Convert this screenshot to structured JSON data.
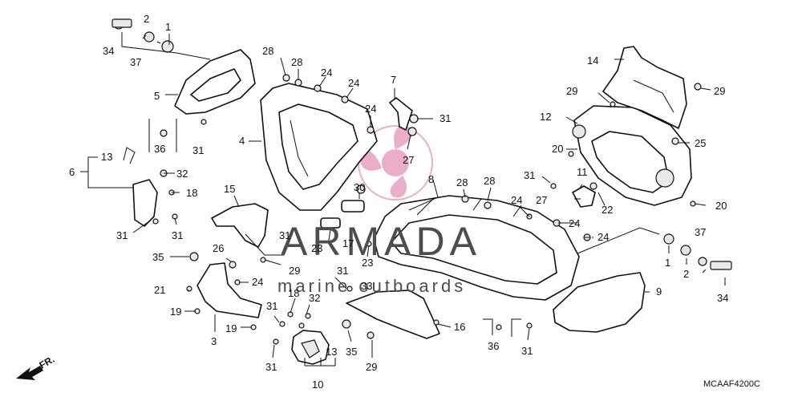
{
  "diagram": {
    "code": "MCAAF4200C",
    "direction_label": "FR.",
    "callouts": [
      {
        "label": "34"
      },
      {
        "label": "2"
      },
      {
        "label": "37"
      },
      {
        "label": "1"
      },
      {
        "label": "5"
      },
      {
        "label": "36"
      },
      {
        "label": "31"
      },
      {
        "label": "28"
      },
      {
        "label": "28"
      },
      {
        "label": "24"
      },
      {
        "label": "24"
      },
      {
        "label": "24"
      },
      {
        "label": "7"
      },
      {
        "label": "31"
      },
      {
        "label": "27"
      },
      {
        "label": "4"
      },
      {
        "label": "6"
      },
      {
        "label": "13"
      },
      {
        "label": "32"
      },
      {
        "label": "18"
      },
      {
        "label": "31"
      },
      {
        "label": "31"
      },
      {
        "label": "15"
      },
      {
        "label": "30"
      },
      {
        "label": "8"
      },
      {
        "label": "28"
      },
      {
        "label": "28"
      },
      {
        "label": "24"
      },
      {
        "label": "24"
      },
      {
        "label": "31"
      },
      {
        "label": "11"
      },
      {
        "label": "27"
      },
      {
        "label": "22"
      },
      {
        "label": "14"
      },
      {
        "label": "29"
      },
      {
        "label": "29"
      },
      {
        "label": "12"
      },
      {
        "label": "20"
      },
      {
        "label": "25"
      },
      {
        "label": "20"
      },
      {
        "label": "24"
      },
      {
        "label": "37"
      },
      {
        "label": "1"
      },
      {
        "label": "2"
      },
      {
        "label": "34"
      },
      {
        "label": "9"
      },
      {
        "label": "35"
      },
      {
        "label": "26"
      },
      {
        "label": "24"
      },
      {
        "label": "31"
      },
      {
        "label": "23"
      },
      {
        "label": "17"
      },
      {
        "label": "29"
      },
      {
        "label": "23"
      },
      {
        "label": "31"
      },
      {
        "label": "33"
      },
      {
        "label": "21"
      },
      {
        "label": "19"
      },
      {
        "label": "19"
      },
      {
        "label": "3"
      },
      {
        "label": "31"
      },
      {
        "label": "18"
      },
      {
        "label": "32"
      },
      {
        "label": "13"
      },
      {
        "label": "10"
      },
      {
        "label": "31"
      },
      {
        "label": "35"
      },
      {
        "label": "29"
      },
      {
        "label": "16"
      },
      {
        "label": "36"
      },
      {
        "label": "31"
      }
    ]
  },
  "watermark": {
    "brand": "ARMADA",
    "tagline": "marine outboards"
  }
}
